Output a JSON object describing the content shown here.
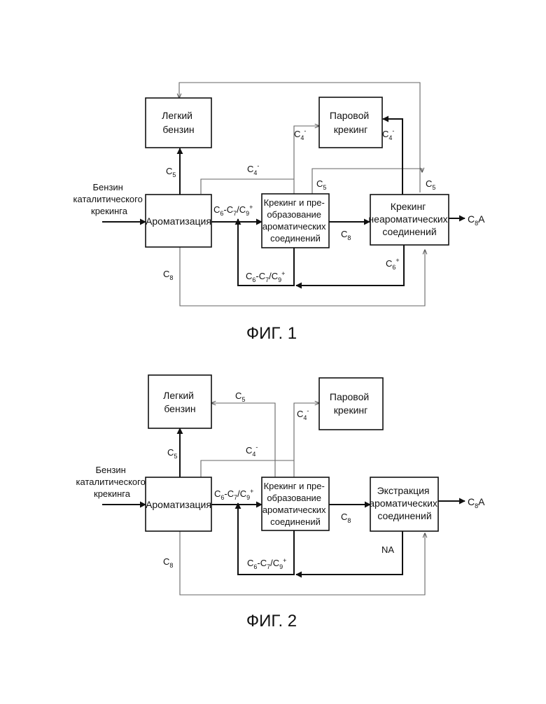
{
  "figures": [
    {
      "caption": "ФИГ. 1",
      "feed": [
        "Бензин",
        "каталитического",
        "крекинга"
      ],
      "boxes": {
        "light_gasoline": [
          "Легкий",
          "бензин"
        ],
        "steam_cracking": [
          "Паровой",
          "крекинг"
        ],
        "aromatization": [
          "Ароматизация"
        ],
        "aromatic_cracking": [
          "Крекинг и пре-",
          "образование",
          "ароматических",
          "соединений"
        ],
        "nonaromatic_cracking": [
          "Крекинг",
          "неароматических",
          "соединений"
        ]
      },
      "labels": {
        "c5_up": "C5",
        "c4_top": "C4-",
        "c4_mid": "C4-",
        "c4_right": "C4-",
        "c5_mid": "C5",
        "c5_right": "C5",
        "c6c9_out": "C6-C7/C9+",
        "c8_mid": "C8",
        "product": "C8A",
        "c6_plus": "C6+",
        "c8_left": "C8",
        "c6c9_recycle": "C6-C7/C9+"
      }
    },
    {
      "caption": "ФИГ. 2",
      "feed": [
        "Бензин",
        "каталитического",
        "крекинга"
      ],
      "boxes": {
        "light_gasoline": [
          "Легкий",
          "бензин"
        ],
        "steam_cracking": [
          "Паровой",
          "крекинг"
        ],
        "aromatization": [
          "Ароматизация"
        ],
        "aromatic_cracking": [
          "Крекинг и пре-",
          "образование",
          "ароматических",
          "соединений"
        ],
        "extraction": [
          "Экстракция",
          "ароматических",
          "соединений"
        ]
      },
      "labels": {
        "c5_up": "C5",
        "c5_top": "C5",
        "c4_top": "C4-",
        "c4_mid": "C4-",
        "c6c9_out": "C6-C7/C9+",
        "c8_mid": "C8",
        "product": "C8A",
        "na": "NA",
        "c8_left": "C8",
        "c6c9_recycle": "C6-C7/C9+"
      }
    }
  ]
}
